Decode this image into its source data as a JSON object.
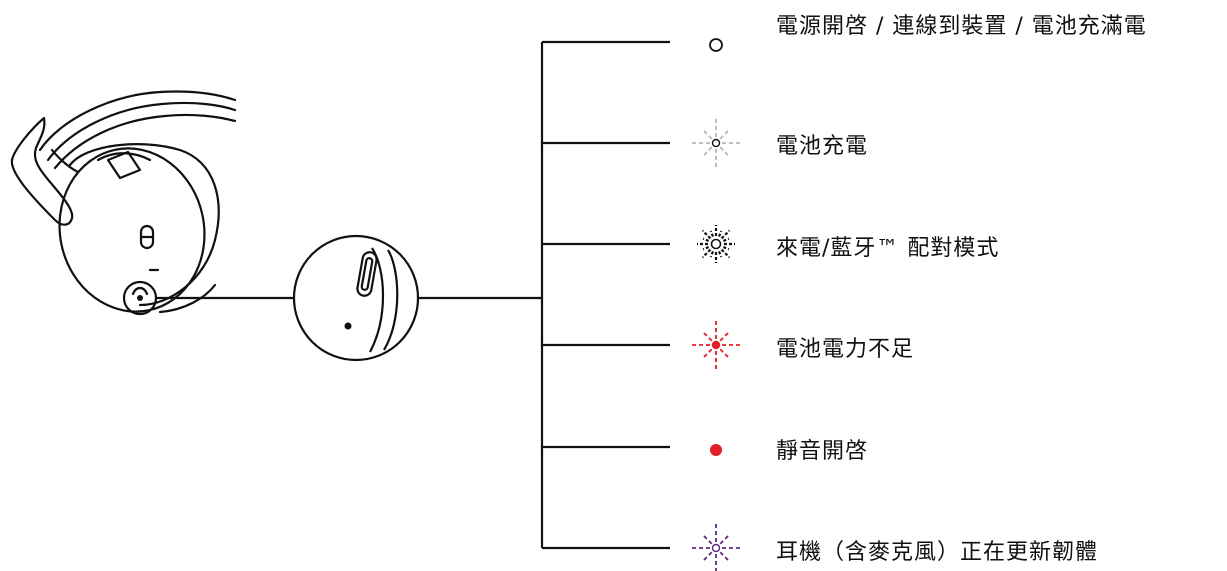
{
  "diagram": {
    "line_color": "#111111",
    "indicators": [
      {
        "id": "power-on",
        "icon": "hollow-circle-icon",
        "color": "#111111",
        "label": "電源開啓  /  連線到裝置  /  電池充滿電"
      },
      {
        "id": "charging",
        "icon": "white-flash-icon",
        "color": "#b5b5b5",
        "label": "電池充電"
      },
      {
        "id": "pairing",
        "icon": "white-pulse-icon",
        "color": "#111111",
        "label": "來電/藍牙™ 配對模式"
      },
      {
        "id": "low-battery",
        "icon": "red-flash-icon",
        "color": "#e01f26",
        "label": "電池電力不足"
      },
      {
        "id": "mute-on",
        "icon": "red-dot-icon",
        "color": "#e01f26",
        "label": "靜音開啓"
      },
      {
        "id": "firmware-update",
        "icon": "purple-flash-icon",
        "color": "#5a2a82",
        "label": "耳機（含麥克風）正在更新韌體"
      }
    ]
  }
}
